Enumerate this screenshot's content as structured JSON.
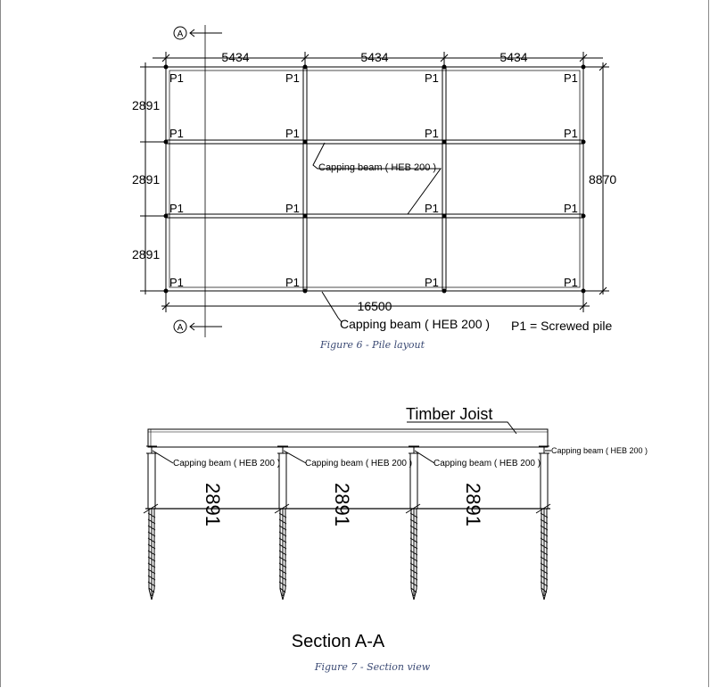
{
  "figure6": {
    "caption": "Figure 6 - Pile layout",
    "section_marker": "A",
    "span_dims": [
      "5434",
      "5434",
      "5434"
    ],
    "row_dims": [
      "2891",
      "2891",
      "2891"
    ],
    "total_length": "16500",
    "total_width": "8870",
    "pile_label": "P1",
    "capping_beam_inner": "Capping beam ( HEB 200 )",
    "capping_beam_outer": "Capping beam ( HEB 200 )",
    "legend": "P1 = Screwed pile"
  },
  "figure7": {
    "caption": "Figure 7 - Section view",
    "title": "Section A-A",
    "joist_label": "Timber Joist",
    "beam_labels": [
      "Capping beam ( HEB 200 )",
      "Capping beam ( HEB 200 )",
      "Capping beam ( HEB 200 )",
      "Capping beam ( HEB 200 )"
    ],
    "span_dims": [
      "2891",
      "2891",
      "2891"
    ]
  }
}
